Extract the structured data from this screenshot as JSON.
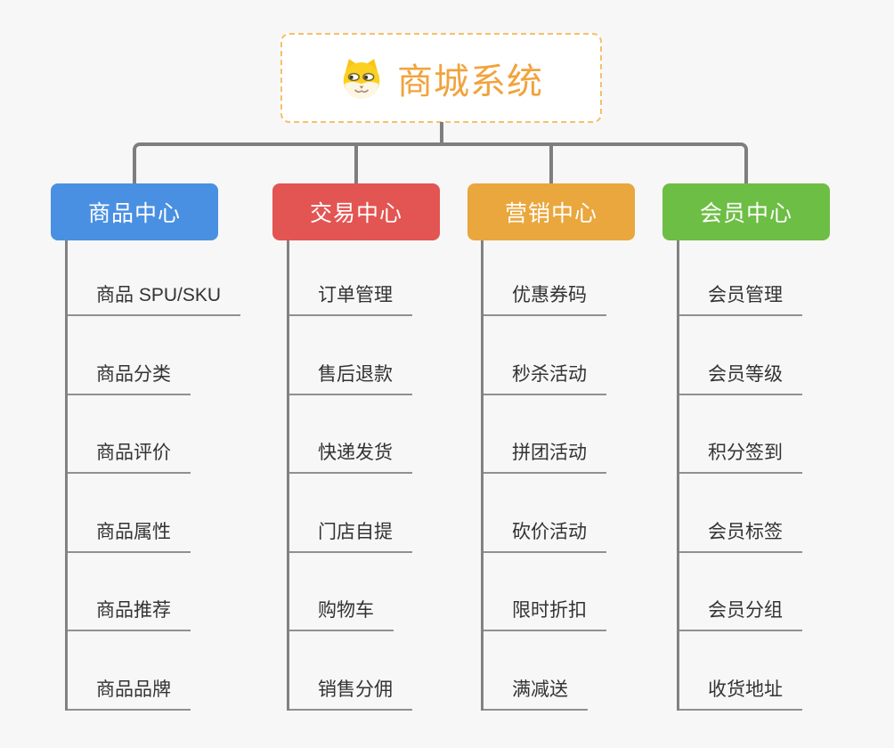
{
  "root": {
    "title": "商城系统",
    "icon": "doge-face-icon",
    "title_color": "#f1a33c",
    "border_color": "#f5c06a"
  },
  "connector_color": "#7e7e7e",
  "branches": [
    {
      "label": "商品中心",
      "color": "#4a90e2",
      "items": [
        "商品 SPU/SKU",
        "商品分类",
        "商品评价",
        "商品属性",
        "商品推荐",
        "商品品牌"
      ]
    },
    {
      "label": "交易中心",
      "color": "#e25552",
      "items": [
        "订单管理",
        "售后退款",
        "快递发货",
        "门店自提",
        "购物车",
        "销售分佣"
      ]
    },
    {
      "label": "营销中心",
      "color": "#e9a73d",
      "items": [
        "优惠券码",
        "秒杀活动",
        "拼团活动",
        "砍价活动",
        "限时折扣",
        "满减送"
      ]
    },
    {
      "label": "会员中心",
      "color": "#6dbe44",
      "items": [
        "会员管理",
        "会员等级",
        "积分签到",
        "会员标签",
        "会员分组",
        "收货地址"
      ]
    }
  ]
}
